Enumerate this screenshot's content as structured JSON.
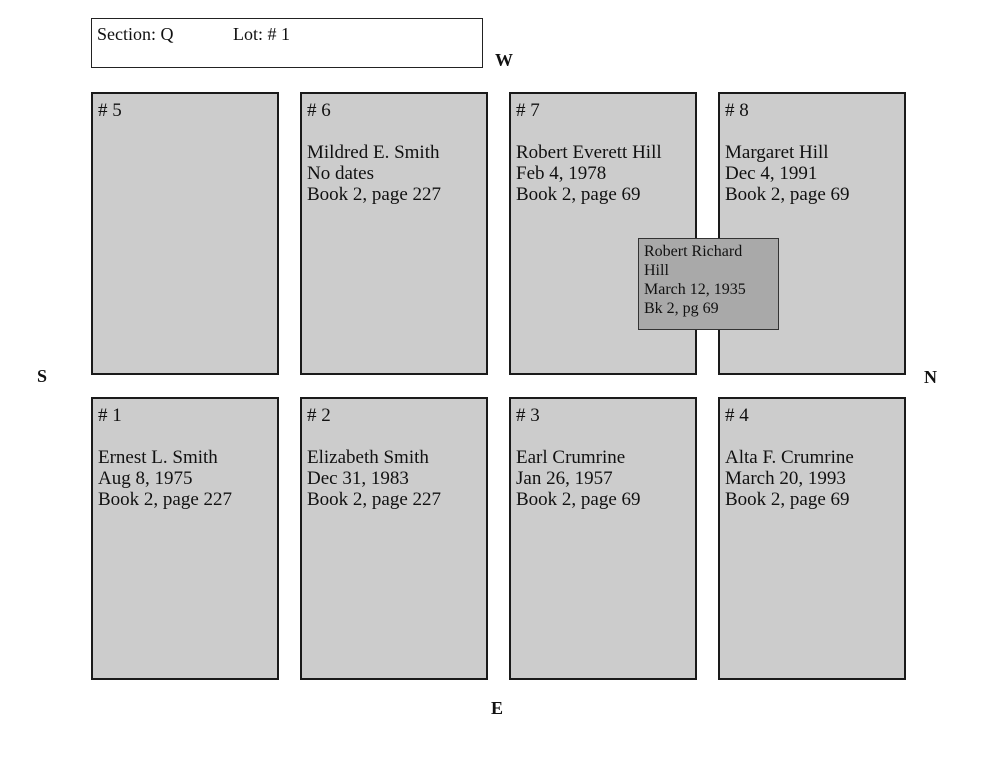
{
  "header": {
    "section_label": "Section:  Q",
    "lot_label": "Lot: #  1"
  },
  "compass": {
    "west": "W",
    "south": "S",
    "north": "N",
    "east": "E"
  },
  "plots": {
    "p5": {
      "num": "# 5",
      "lines": []
    },
    "p6": {
      "num": "# 6",
      "lines": [
        "Mildred E. Smith",
        "No dates",
        "Book 2, page 227"
      ]
    },
    "p7": {
      "num": "# 7",
      "lines": [
        "Robert Everett Hill",
        "Feb 4, 1978",
        "Book 2, page 69"
      ]
    },
    "p8": {
      "num": "# 8",
      "lines": [
        "Margaret Hill",
        "Dec 4, 1991",
        "Book 2, page 69"
      ]
    },
    "p1": {
      "num": "# 1",
      "lines": [
        "Ernest L. Smith",
        "Aug 8, 1975",
        "Book 2, page 227"
      ]
    },
    "p2": {
      "num": "# 2",
      "lines": [
        "Elizabeth Smith",
        "Dec 31, 1983",
        "Book 2, page 227"
      ]
    },
    "p3": {
      "num": "# 3",
      "lines": [
        "Earl Crumrine",
        "Jan 26, 1957",
        "Book 2, page 69"
      ]
    },
    "p4": {
      "num": "# 4",
      "lines": [
        "Alta F. Crumrine",
        "March 20, 1993",
        "Book 2, page 69"
      ]
    }
  },
  "popup": {
    "lines": [
      "Robert Richard",
      "Hill",
      "March 12, 1935",
      "Bk 2, pg 69"
    ]
  },
  "colors": {
    "plot_fill": "#cccccc",
    "popup_fill": "#a9a9a9",
    "border": "#1a1a1a"
  }
}
